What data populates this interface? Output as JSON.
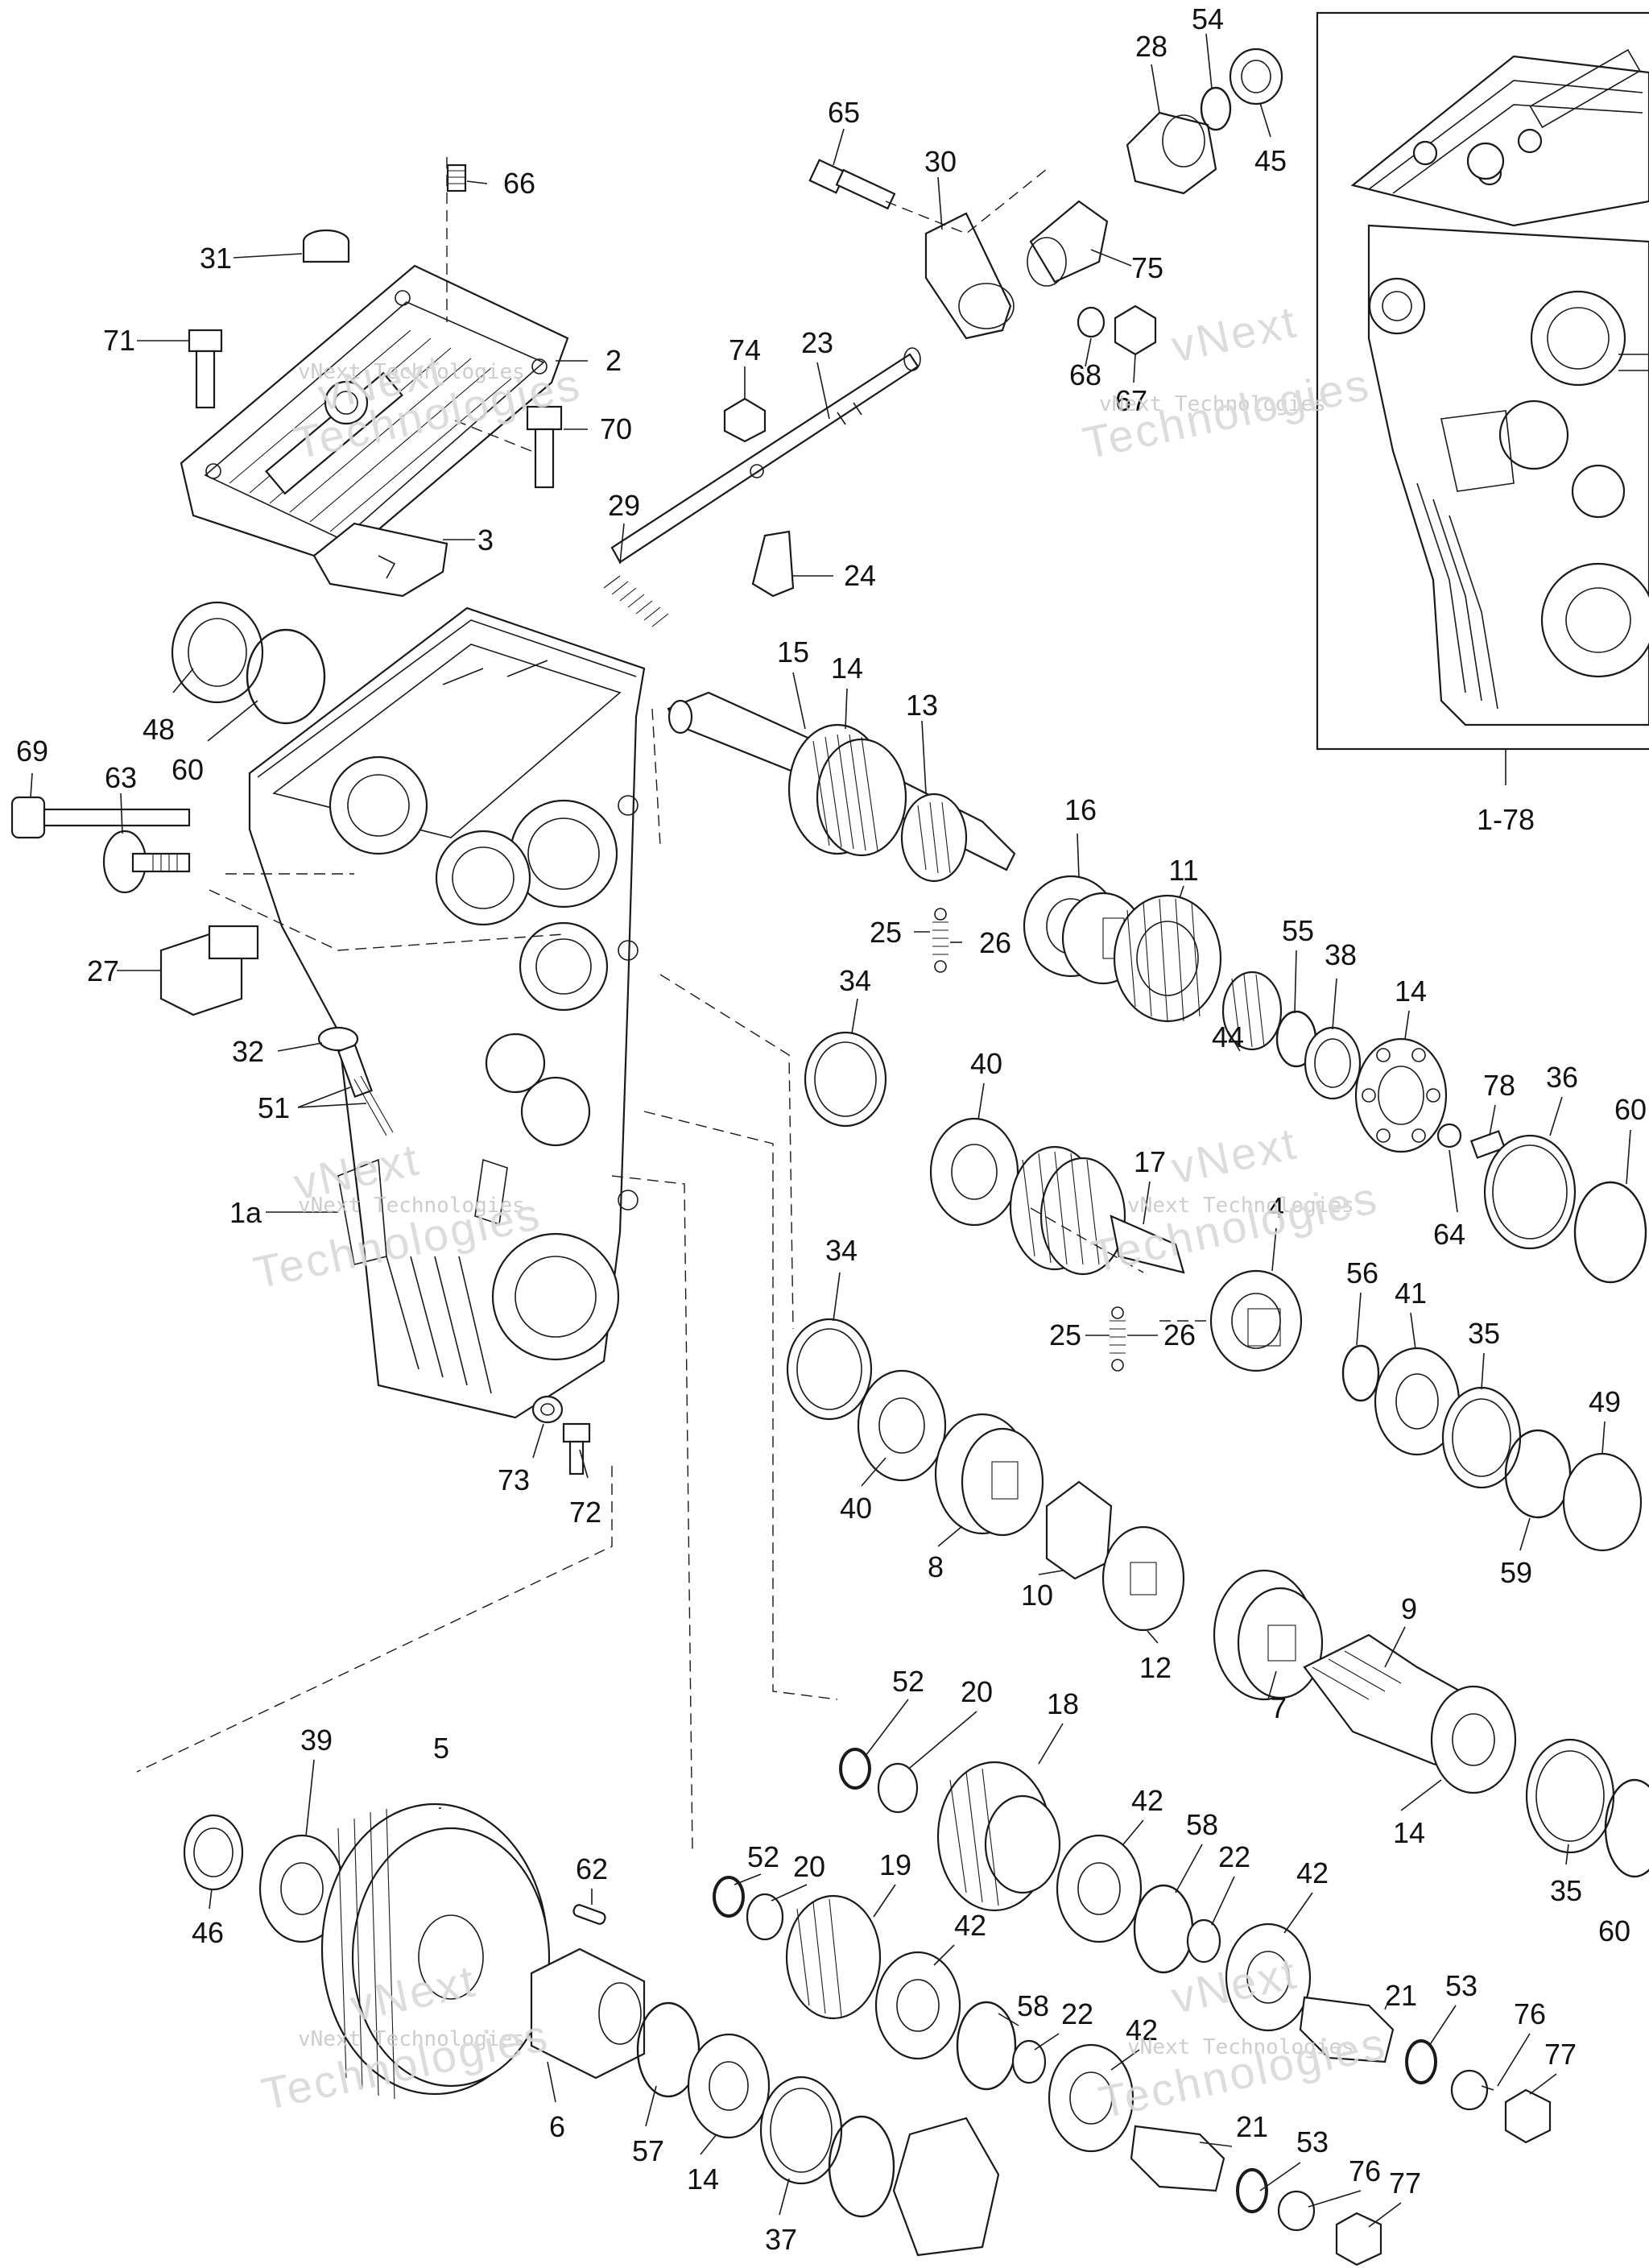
{
  "diagram": {
    "callouts": {
      "c1": "54",
      "c2": "28",
      "c3": "45",
      "c4": "65",
      "c5": "30",
      "c6": "66",
      "c7": "75",
      "c8": "31",
      "c9": "2",
      "c10": "71",
      "c11": "74",
      "c12": "23",
      "c13": "68",
      "c14": "67",
      "c15": "70",
      "c16": "29",
      "c17": "3",
      "c18": "24",
      "c19": "15",
      "c20": "14",
      "c21": "13",
      "c22": "48",
      "c23": "60",
      "c24": "69",
      "c25": "63",
      "c26": "1-78",
      "c27": "16",
      "c28": "11",
      "c29": "25",
      "c30": "26",
      "c31": "55",
      "c32": "38",
      "c33": "14",
      "c34": "27",
      "c35": "34",
      "c36": "44",
      "c37": "32",
      "c38": "40",
      "c39": "78",
      "c40": "36",
      "c41": "60",
      "c42": "51",
      "c43": "17",
      "c44": "1a",
      "c45": "4",
      "c46": "64",
      "c47": "34",
      "c48": "56",
      "c49": "41",
      "c50": "25",
      "c51": "26",
      "c52": "35",
      "c53": "49",
      "c54": "40",
      "c55": "73",
      "c56": "72",
      "c57": "8",
      "c58": "10",
      "c59": "59",
      "c60": "9",
      "c61": "12",
      "c62": "52",
      "c63": "20",
      "c64": "18",
      "c65": "7",
      "c66": "39",
      "c67": "5",
      "c68": "14",
      "c69": "62",
      "c70": "42",
      "c71": "58",
      "c72": "22",
      "c73": "42",
      "c74": "52",
      "c75": "20",
      "c76": "19",
      "c77": "35",
      "c78": "46",
      "c79": "42",
      "c80": "58",
      "c81": "22",
      "c82": "60",
      "c83": "21",
      "c84": "53",
      "c85": "76",
      "c86": "77",
      "c87": "42",
      "c88": "6",
      "c89": "57",
      "c90": "14",
      "c91": "37",
      "c92": "21",
      "c93": "53",
      "c94": "76",
      "c95": "77"
    },
    "watermark": {
      "company": "vNext Technologies",
      "line1": "vNext",
      "line2": "Technologies"
    }
  }
}
